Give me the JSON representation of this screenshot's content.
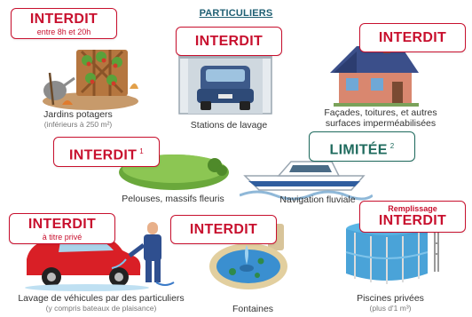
{
  "title": "PARTICULIERS",
  "items": [
    {
      "status": "INTERDIT",
      "note": "entre 8h et 20h",
      "caption": "Jardins potagers",
      "detail": "(inférieurs à 250 m²)"
    },
    {
      "status": "INTERDIT",
      "caption": "Stations de lavage"
    },
    {
      "status": "INTERDIT",
      "caption_line1": "Façades, toitures, et autres",
      "caption_line2": "surfaces imperméabilisées"
    },
    {
      "status": "INTERDIT",
      "footnote": "1",
      "caption": "Pelouses, massifs fleuris"
    },
    {
      "status": "LIMITÉE",
      "footnote": "2",
      "caption": "Navigation fluviale"
    },
    {
      "status": "INTERDIT",
      "note": "à titre privé",
      "caption": "Lavage de véhicules par des particuliers",
      "detail": "(y compris bateaux de plaisance)"
    },
    {
      "status": "INTERDIT",
      "caption": "Fontaines"
    },
    {
      "status": "INTERDIT",
      "pre_label": "Remplissage",
      "caption": "Piscines privées",
      "detail": "(plus d'1 m³)"
    }
  ],
  "colors": {
    "interdit": "#c8102e",
    "limitee": "#1f6b5e",
    "title": "#1f5f73"
  }
}
